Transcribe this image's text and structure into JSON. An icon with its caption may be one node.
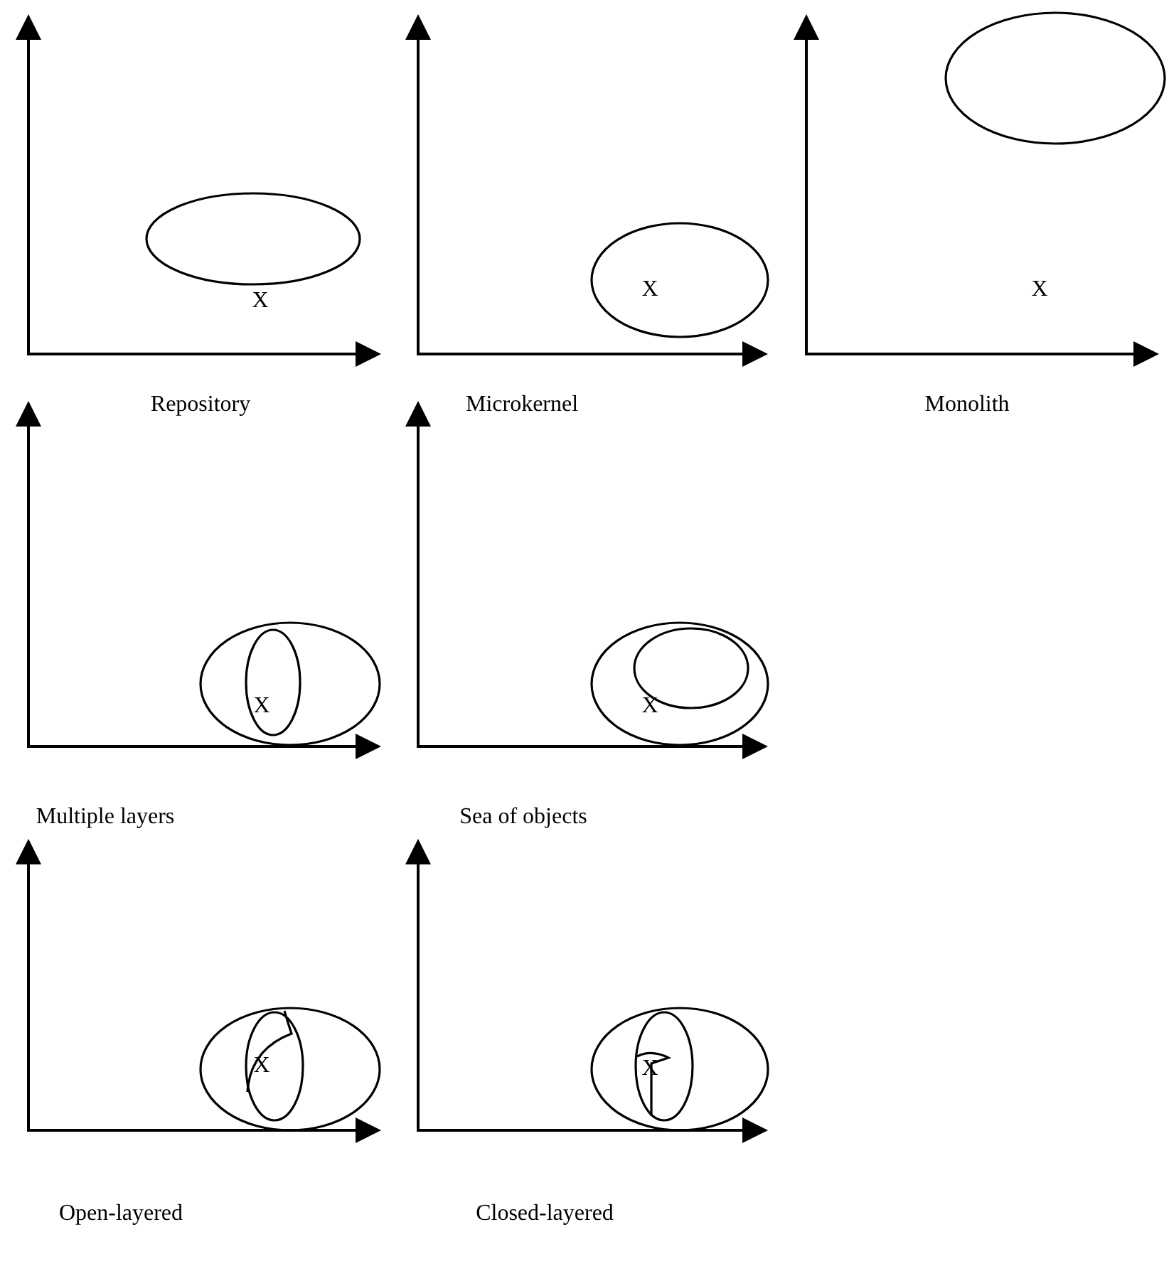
{
  "diagram": {
    "labels": [
      "X",
      "X",
      "X",
      "Repository",
      "Microkernel",
      "Monolith",
      "X",
      "X",
      "Multiple layers",
      "Sea of objects",
      "X",
      "X",
      "Open-layered",
      "Closed-layered"
    ]
  }
}
